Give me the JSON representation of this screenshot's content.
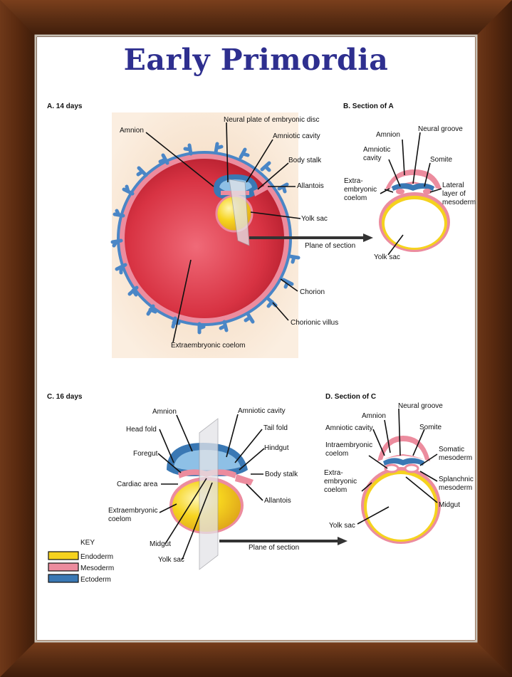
{
  "title": "Early Primordia",
  "panels": {
    "a": {
      "heading": "A. 14 days",
      "labels": {
        "amnion": "Amnion",
        "neural_plate": "Neural plate of embryonic disc",
        "amniotic_cavity": "Amniotic cavity",
        "body_stalk": "Body stalk",
        "allantois": "Allantois",
        "yolk_sac": "Yolk sac",
        "plane_of_section": "Plane of section",
        "chorion": "Chorion",
        "chorionic_villus": "Chorionic villus",
        "extraembryonic_coelom": "Extraembryonic coelom"
      }
    },
    "b": {
      "heading": "B. Section of A",
      "labels": {
        "amnion": "Amnion",
        "neural_groove": "Neural groove",
        "amniotic_cavity_1": "Amniotic",
        "amniotic_cavity_2": "cavity",
        "somite": "Somite",
        "extra_1": "Extra-",
        "extra_2": "embryonic",
        "extra_3": "coelom",
        "lateral_1": "Lateral",
        "lateral_2": "layer of",
        "lateral_3": "mesoderm",
        "yolk_sac": "Yolk sac"
      }
    },
    "c": {
      "heading": "C. 16 days",
      "labels": {
        "amnion": "Amnion",
        "amniotic_cavity": "Amniotic cavity",
        "head_fold": "Head fold",
        "tail_fold": "Tail fold",
        "hindgut": "Hindgut",
        "foregut": "Foregut",
        "body_stalk": "Body stalk",
        "cardiac_area": "Cardiac area",
        "allantois": "Allantois",
        "extra_coelom_1": "Extraembryonic",
        "extra_coelom_2": "coelom",
        "midgut": "Midgut",
        "yolk_sac": "Yolk sac",
        "plane_of_section": "Plane of section"
      }
    },
    "d": {
      "heading": "D. Section of C",
      "labels": {
        "neural_groove": "Neural groove",
        "amnion": "Amnion",
        "amniotic_cavity": "Amniotic cavity",
        "somite": "Somite",
        "intra_1": "Intraembryonic",
        "intra_2": "coelom",
        "somatic_1": "Somatic",
        "somatic_2": "mesoderm",
        "extra_1": "Extra-",
        "extra_2": "embryonic",
        "extra_3": "coelom",
        "splanch_1": "Splanchnic",
        "splanch_2": "mesoderm",
        "midgut": "Midgut",
        "yolk_sac": "Yolk sac"
      }
    }
  },
  "key": {
    "title": "KEY",
    "items": [
      {
        "label": "Endoderm",
        "color": "#f5d21e"
      },
      {
        "label": "Mesoderm",
        "color": "#ec8c9e"
      },
      {
        "label": "Ectoderm",
        "color": "#3a78b4"
      }
    ]
  },
  "colors": {
    "frame": "#5a2e14",
    "title": "#2e2f8f",
    "endoderm": "#f5d21e",
    "mesoderm": "#ec8c9e",
    "ectoderm": "#3a78b4",
    "chorion_fill": "#d8303e",
    "tissue_bg": "#f4dcc2"
  }
}
